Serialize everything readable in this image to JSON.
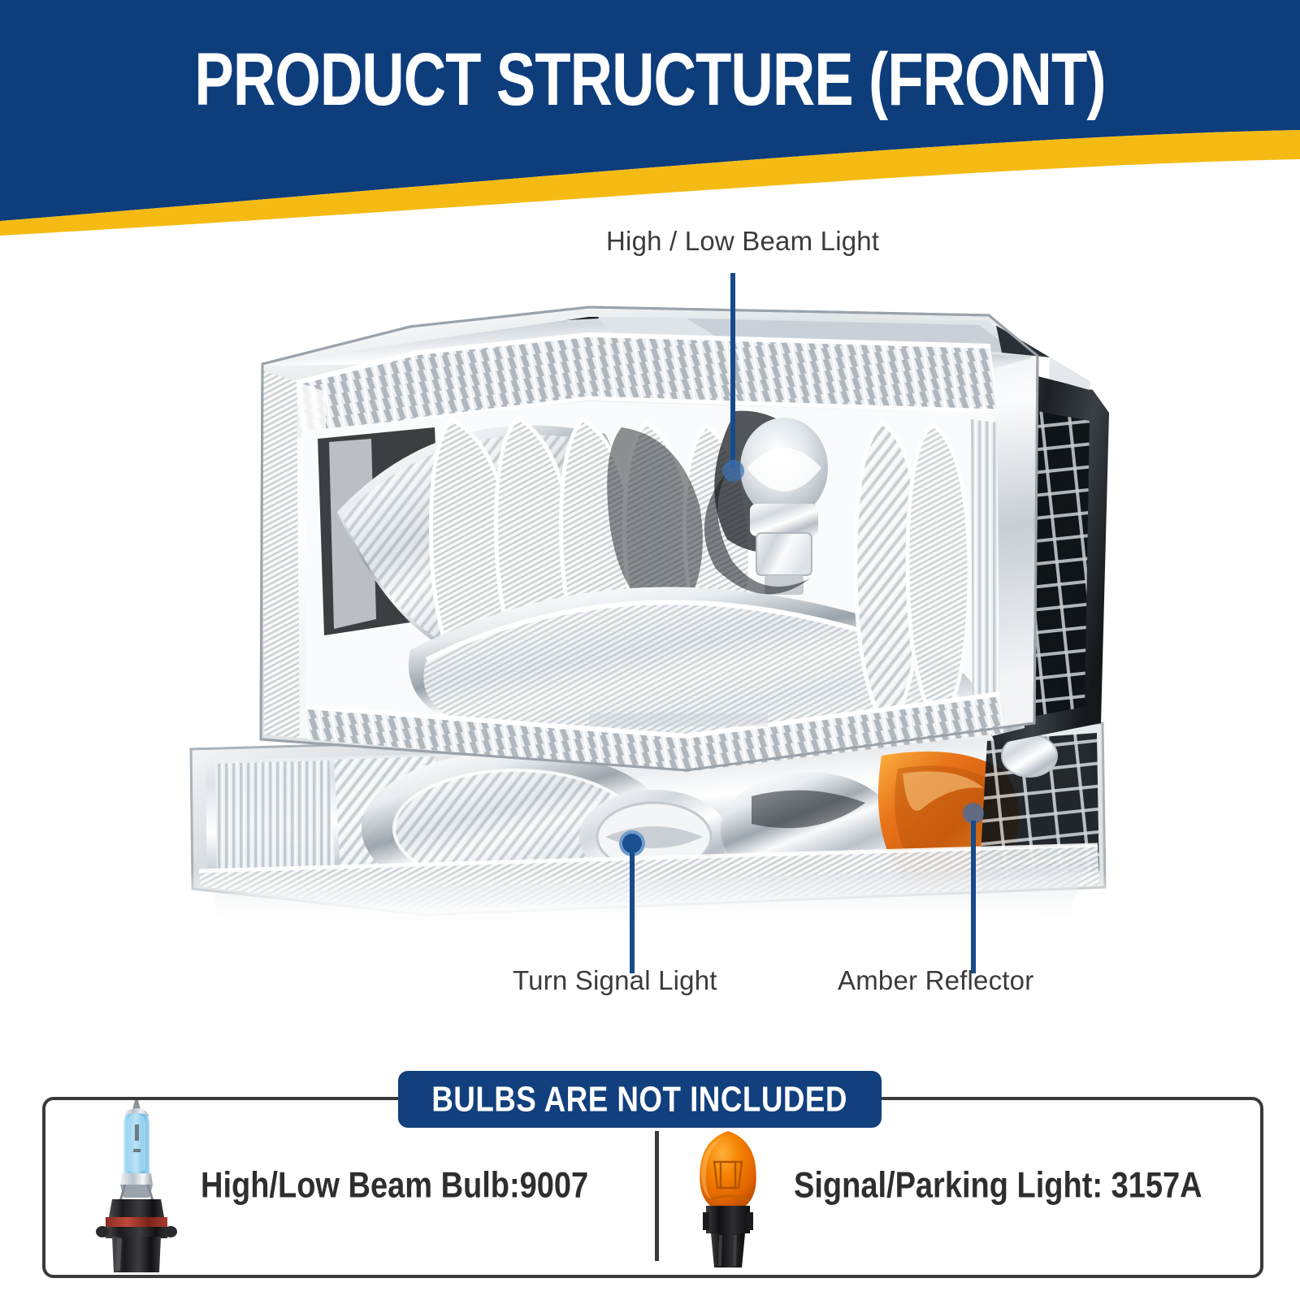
{
  "header": {
    "title": "PRODUCT STRUCTURE (FRONT)",
    "bg_color": "#0e3d7c",
    "accent_color": "#f5bb14",
    "text_color": "#ffffff"
  },
  "callouts": [
    {
      "label": "High / Low Beam Light",
      "position": "top-center"
    },
    {
      "label": "Turn Signal Light",
      "position": "bottom-left"
    },
    {
      "label": "Amber Reflector",
      "position": "bottom-right"
    }
  ],
  "product": {
    "name": "chrome-housing-headlight-assembly",
    "parts": {
      "high_low_beam": "High / Low Beam Light",
      "turn_signal": "Turn Signal Light",
      "amber_reflector": "Amber Reflector"
    },
    "colors": {
      "chrome": "#e8eaec",
      "amber": "#e8821a",
      "dark": "#2b2b2b"
    }
  },
  "bulbs_panel": {
    "badge_label": "BULBS ARE NOT INCLUDED",
    "badge_color": "#123f7d",
    "items": [
      {
        "icon": "halogen-bulb-icon",
        "caption": "High/Low Beam Bulb:9007",
        "bulb_color": "#9fd8f5"
      },
      {
        "icon": "amber-bulb-icon",
        "caption": "Signal/Parking Light: 3157A",
        "bulb_color": "#f07c00"
      }
    ]
  }
}
